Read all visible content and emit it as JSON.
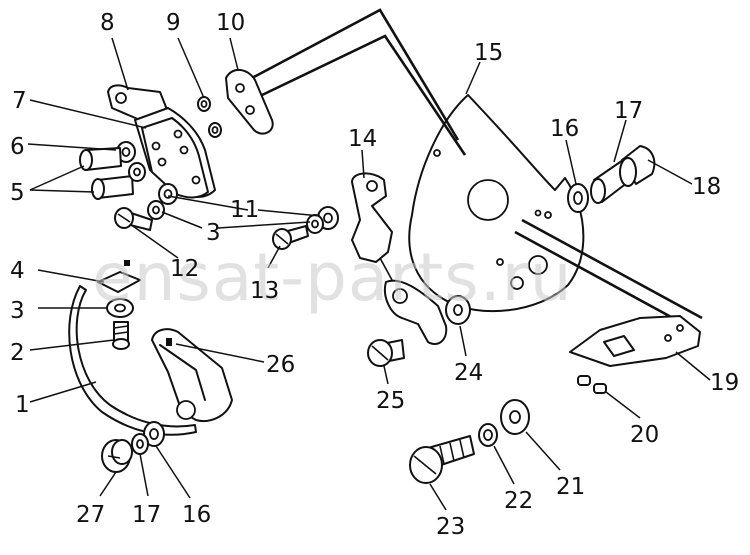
{
  "watermark": "ensat-parts.ru",
  "callouts": [
    "1",
    "2",
    "3",
    "4",
    "5",
    "6",
    "7",
    "8",
    "9",
    "10",
    "11",
    "3",
    "12",
    "13",
    "14",
    "15",
    "16",
    "17",
    "18",
    "19",
    "20",
    "21",
    "22",
    "23",
    "24",
    "25",
    "26",
    "27",
    "17",
    "16"
  ],
  "colors": {
    "ink": "#111111",
    "background": "#ffffff",
    "watermark": "#c9c9c9"
  }
}
